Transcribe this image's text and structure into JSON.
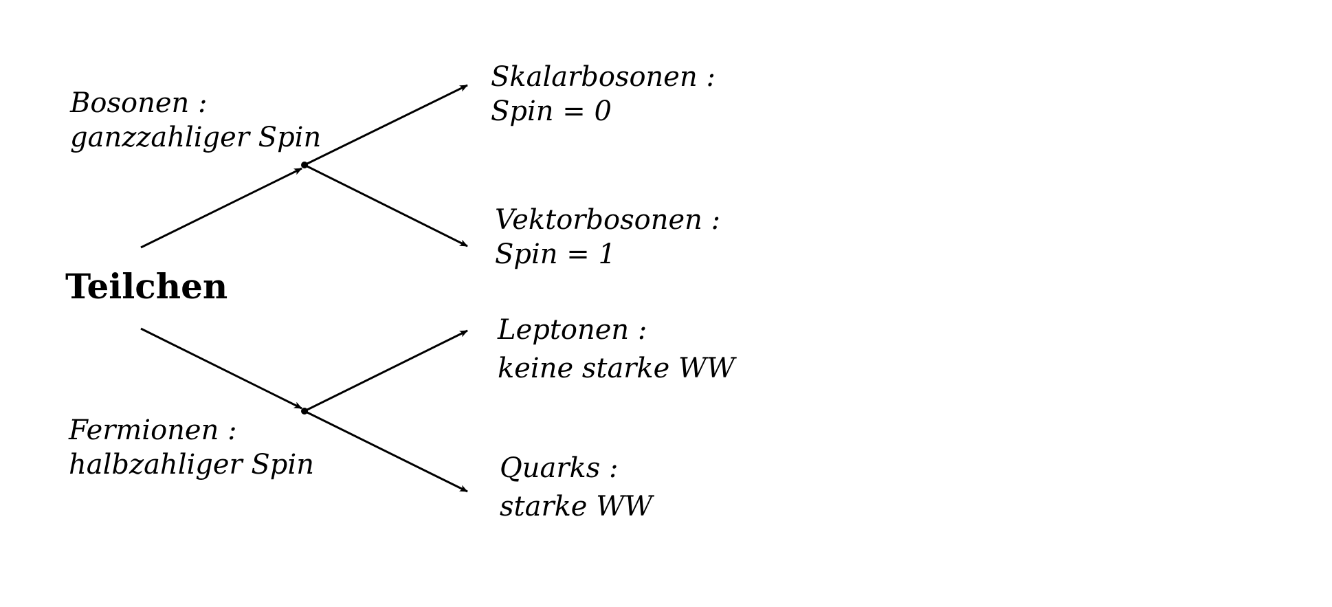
{
  "root": {
    "label": "Teilchen"
  },
  "branches": [
    {
      "key": "bosonen",
      "title": "Bosonen :",
      "subtitle": "ganzzahliger Spin"
    },
    {
      "key": "fermionen",
      "title": "Fermionen :",
      "subtitle": "halbzahliger Spin"
    }
  ],
  "leaves": [
    {
      "key": "skalarbosonen",
      "title": "Skalarbosonen :",
      "subtitle": "Spin = 0"
    },
    {
      "key": "vektorbosonen",
      "title": "Vektorbosonen :",
      "subtitle": "Spin = 1"
    },
    {
      "key": "leptonen",
      "title": "Leptonen :",
      "subtitle": "keine starke WW"
    },
    {
      "key": "quarks",
      "title": "Quarks :",
      "subtitle": "starke WW"
    }
  ]
}
